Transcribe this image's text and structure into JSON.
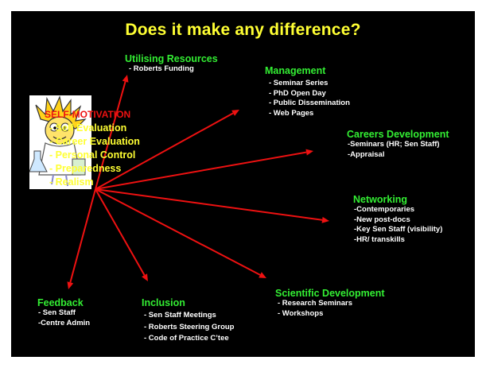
{
  "title": "Does it make any difference?",
  "colors": {
    "background": "#000000",
    "title": "#ffff33",
    "heading": "#33ee33",
    "item": "#ffffff",
    "arrow": "#ee1111",
    "center_heading": "#ee1111",
    "center_items": "#ffff33"
  },
  "center": {
    "heading": "SELF-MOTIVATION",
    "items": [
      "- Self Evaluation",
      "- Career Evaluation",
      "- Personal Control",
      "- Preparedness",
      "- Realism"
    ],
    "image": "cartoon-scientist-icon"
  },
  "branches": {
    "utilising_resources": {
      "heading": "Utilising Resources",
      "items": [
        "- Roberts Funding"
      ]
    },
    "management": {
      "heading": "Management",
      "items": [
        "- Seminar Series",
        "- PhD Open Day",
        "- Public Dissemination",
        "- Web Pages"
      ]
    },
    "careers_development": {
      "heading": "Careers Development",
      "items": [
        "-Seminars (HR; Sen Staff)",
        "-Appraisal"
      ]
    },
    "networking": {
      "heading": "Networking",
      "items": [
        "-Contemporaries",
        "-New post-docs",
        "-Key Sen Staff (visibility)",
        "-HR/ transkills"
      ]
    },
    "scientific_development": {
      "heading": "Scientific Development",
      "items": [
        "- Research Seminars",
        "- Workshops"
      ]
    },
    "inclusion": {
      "heading": "Inclusion",
      "items": [
        "- Sen Staff Meetings",
        "- Roberts Steering Group",
        "- Code of Practice C’tee"
      ]
    },
    "feedback": {
      "heading": "Feedback",
      "items": [
        "- Sen Staff",
        "-Centre Admin"
      ]
    }
  }
}
